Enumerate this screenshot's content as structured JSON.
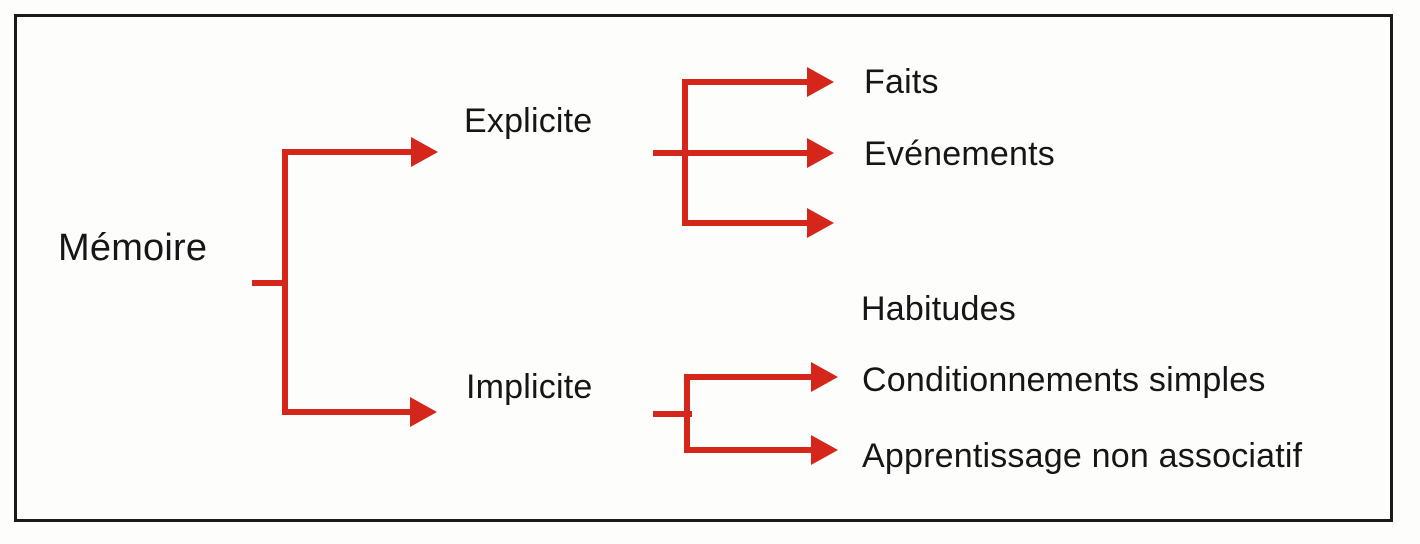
{
  "nodes": {
    "root": {
      "label": "Mémoire"
    },
    "branches": [
      {
        "id": "explicite",
        "label": "Explicite",
        "children": [
          {
            "label": "Faits",
            "has_arrow": true
          },
          {
            "label": "Evénements",
            "has_arrow": true
          },
          {
            "label": "",
            "has_arrow": true
          }
        ]
      },
      {
        "id": "implicite",
        "label": "Implicite",
        "children": [
          {
            "label": "Habitudes",
            "has_arrow": false
          },
          {
            "label": "Conditionnements simples",
            "has_arrow": true
          },
          {
            "label": "Apprentissage non associatif",
            "has_arrow": true
          }
        ]
      }
    ]
  },
  "colors": {
    "arrow": "#d5261b",
    "text": "#161616",
    "frame": "#1b1b1b",
    "background": "#fdfdfc"
  }
}
